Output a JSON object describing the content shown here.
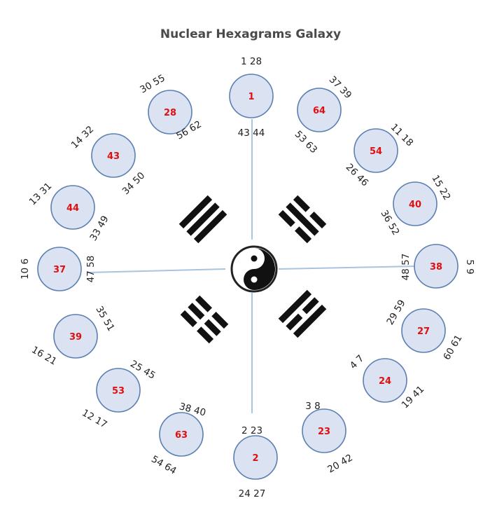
{
  "title": "Nuclear Hexagrams Galaxy",
  "colors": {
    "circle_fill": "#dbe3f3",
    "circle_stroke": "#5b7fb0",
    "label": "#e01010",
    "numbers": "#222222",
    "spoke": "#a8c4df"
  },
  "icons": {
    "center": "yin-yang-icon",
    "trigrams": [
      "trigram-icon",
      "trigram-icon",
      "trigram-icon",
      "trigram-icon"
    ]
  },
  "nodes": [
    {
      "id": "1",
      "pairs": [
        "1 28",
        "43 44"
      ]
    },
    {
      "id": "64",
      "pairs": [
        "37 39",
        "53 63"
      ]
    },
    {
      "id": "54",
      "pairs": [
        "11 18",
        "26 46"
      ]
    },
    {
      "id": "40",
      "pairs": [
        "15 22",
        "36 52"
      ]
    },
    {
      "id": "38",
      "pairs": [
        "5 9",
        "48 57"
      ]
    },
    {
      "id": "27",
      "pairs": [
        "29 59",
        "60 61"
      ]
    },
    {
      "id": "24",
      "pairs": [
        "4 7",
        "19 41"
      ]
    },
    {
      "id": "23",
      "pairs": [
        "3 8",
        "20 42"
      ]
    },
    {
      "id": "2",
      "pairs": [
        "2 23",
        "24 27"
      ]
    },
    {
      "id": "63",
      "pairs": [
        "38 40",
        "54 64"
      ]
    },
    {
      "id": "53",
      "pairs": [
        "25 45",
        "12 17"
      ]
    },
    {
      "id": "39",
      "pairs": [
        "35 51",
        "16 21"
      ]
    },
    {
      "id": "37",
      "pairs": [
        "10 6",
        "47 58"
      ]
    },
    {
      "id": "44",
      "pairs": [
        "13 31",
        "33 49"
      ]
    },
    {
      "id": "43",
      "pairs": [
        "14 32",
        "34 50"
      ]
    },
    {
      "id": "28",
      "pairs": [
        "30 55",
        "56 62"
      ]
    }
  ]
}
